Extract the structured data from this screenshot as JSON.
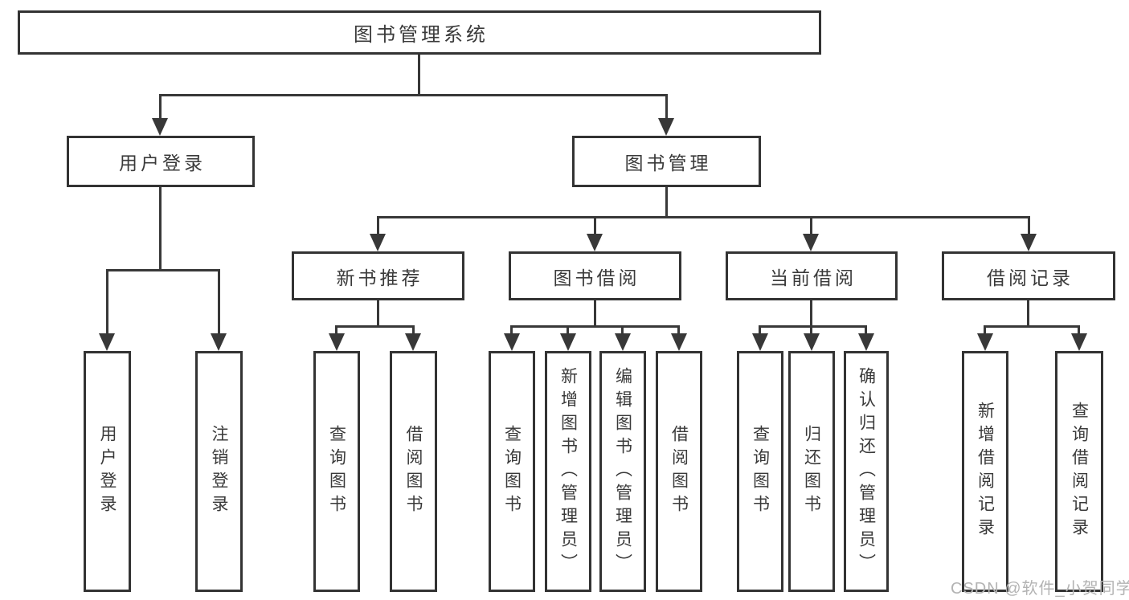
{
  "diagram": {
    "type": "hierarchy-flowchart",
    "root": {
      "label": "图书管理系统"
    },
    "branches": [
      {
        "label": "用户登录",
        "children": [
          {
            "label": "用户登录"
          },
          {
            "label": "注销登录"
          }
        ]
      },
      {
        "label": "图书管理",
        "children": [
          {
            "label": "新书推荐",
            "children": [
              {
                "label": "查询图书"
              },
              {
                "label": "借阅图书"
              }
            ]
          },
          {
            "label": "图书借阅",
            "children": [
              {
                "label": "查询图书"
              },
              {
                "label": "新增图书（管理员）"
              },
              {
                "label": "编辑图书（管理员）"
              },
              {
                "label": "借阅图书"
              }
            ]
          },
          {
            "label": "当前借阅",
            "children": [
              {
                "label": "查询图书"
              },
              {
                "label": "归还图书"
              },
              {
                "label": "确认归还（管理员）"
              }
            ]
          },
          {
            "label": "借阅记录",
            "children": [
              {
                "label": "新增借阅记录"
              },
              {
                "label": "查询借阅记录"
              }
            ]
          }
        ]
      }
    ],
    "colors": {
      "background": "#ffffff",
      "box_border": "#333333",
      "line": "#383838",
      "text": "#3a3a3a",
      "watermark": "#b3b3b3"
    },
    "watermark": "CSDN @软件_小贺同学"
  }
}
